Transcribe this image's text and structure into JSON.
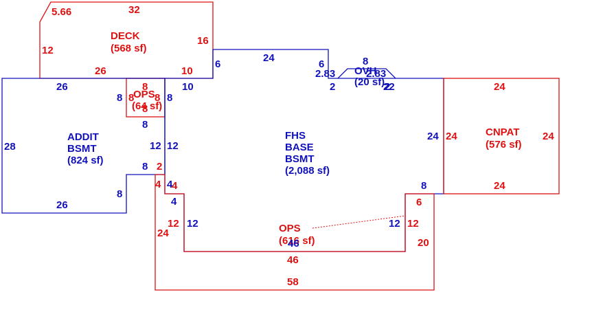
{
  "colors": {
    "red": "#dd1111",
    "blue": "#1111bb",
    "background": "#ffffff"
  },
  "areas": {
    "deck": {
      "name": "DECK",
      "area": "(568 sf)"
    },
    "addit": {
      "line1": "ADDIT",
      "line2": "BSMT",
      "area": "(824 sf)"
    },
    "ops_small": {
      "name": "OPS",
      "area": "(64 sf)"
    },
    "fhs": {
      "line1": "FHS",
      "line2": "BASE",
      "line3": "BSMT",
      "area": "(2,088 sf)"
    },
    "cnpat": {
      "name": "CNPAT",
      "area": "(576 sf)"
    },
    "ops_large": {
      "name": "OPS",
      "area": "(616 sf)"
    },
    "ovh": {
      "name": "OVH",
      "area": "(20 sf)"
    }
  },
  "dims": {
    "deck_diag": "5.66",
    "deck_top": "32",
    "deck_left": "12",
    "deck_right": "16",
    "deck_bottom_left": "26",
    "deck_bottom_right": "10",
    "addit_top": "26",
    "addit_left": "28",
    "addit_bottom": "26",
    "addit_notch_v": "8",
    "addit_notch_h": "8",
    "addit_right_lower": "12",
    "addit_right_upper": "8",
    "ops_top": "8",
    "ops_left": "8",
    "ops_right": "8",
    "ops_bottom": "8",
    "ops_inner_left": "8",
    "ops_inner_right": "8",
    "fhs_top_left": "10",
    "fhs_step_v": "6",
    "fhs_top": "24",
    "fhs_top_right_v": "6",
    "fhs_bay_left": "2.83",
    "fhs_bay_left_v": "2",
    "fhs_bay_right": "2.83",
    "fhs_bay_right_v": "2",
    "fhs_bay_top": "8",
    "fhs_top_tail": "22",
    "fhs_right": "24",
    "fhs_bottom_right_h": "8",
    "fhs_right_lower": "12",
    "fhs_bottom": "46",
    "fhs_left_lower": "12",
    "fhs_left_step_h": "4",
    "fhs_left_step_v": "4",
    "fhs_left_mid": "12",
    "cnpat_top": "24",
    "cnpat_left": "24",
    "cnpat_right": "24",
    "cnpat_bottom": "24",
    "opsl_top_right": "6",
    "opsl_right_inner": "12",
    "opsl_right": "20",
    "opsl_bottom": "58",
    "opsl_inner_bottom": "46",
    "opsl_left": "24",
    "opsl_left_inner": "12",
    "opsl_step_h": "4",
    "opsl_step_v": "4",
    "opsl_top_left": "2"
  }
}
